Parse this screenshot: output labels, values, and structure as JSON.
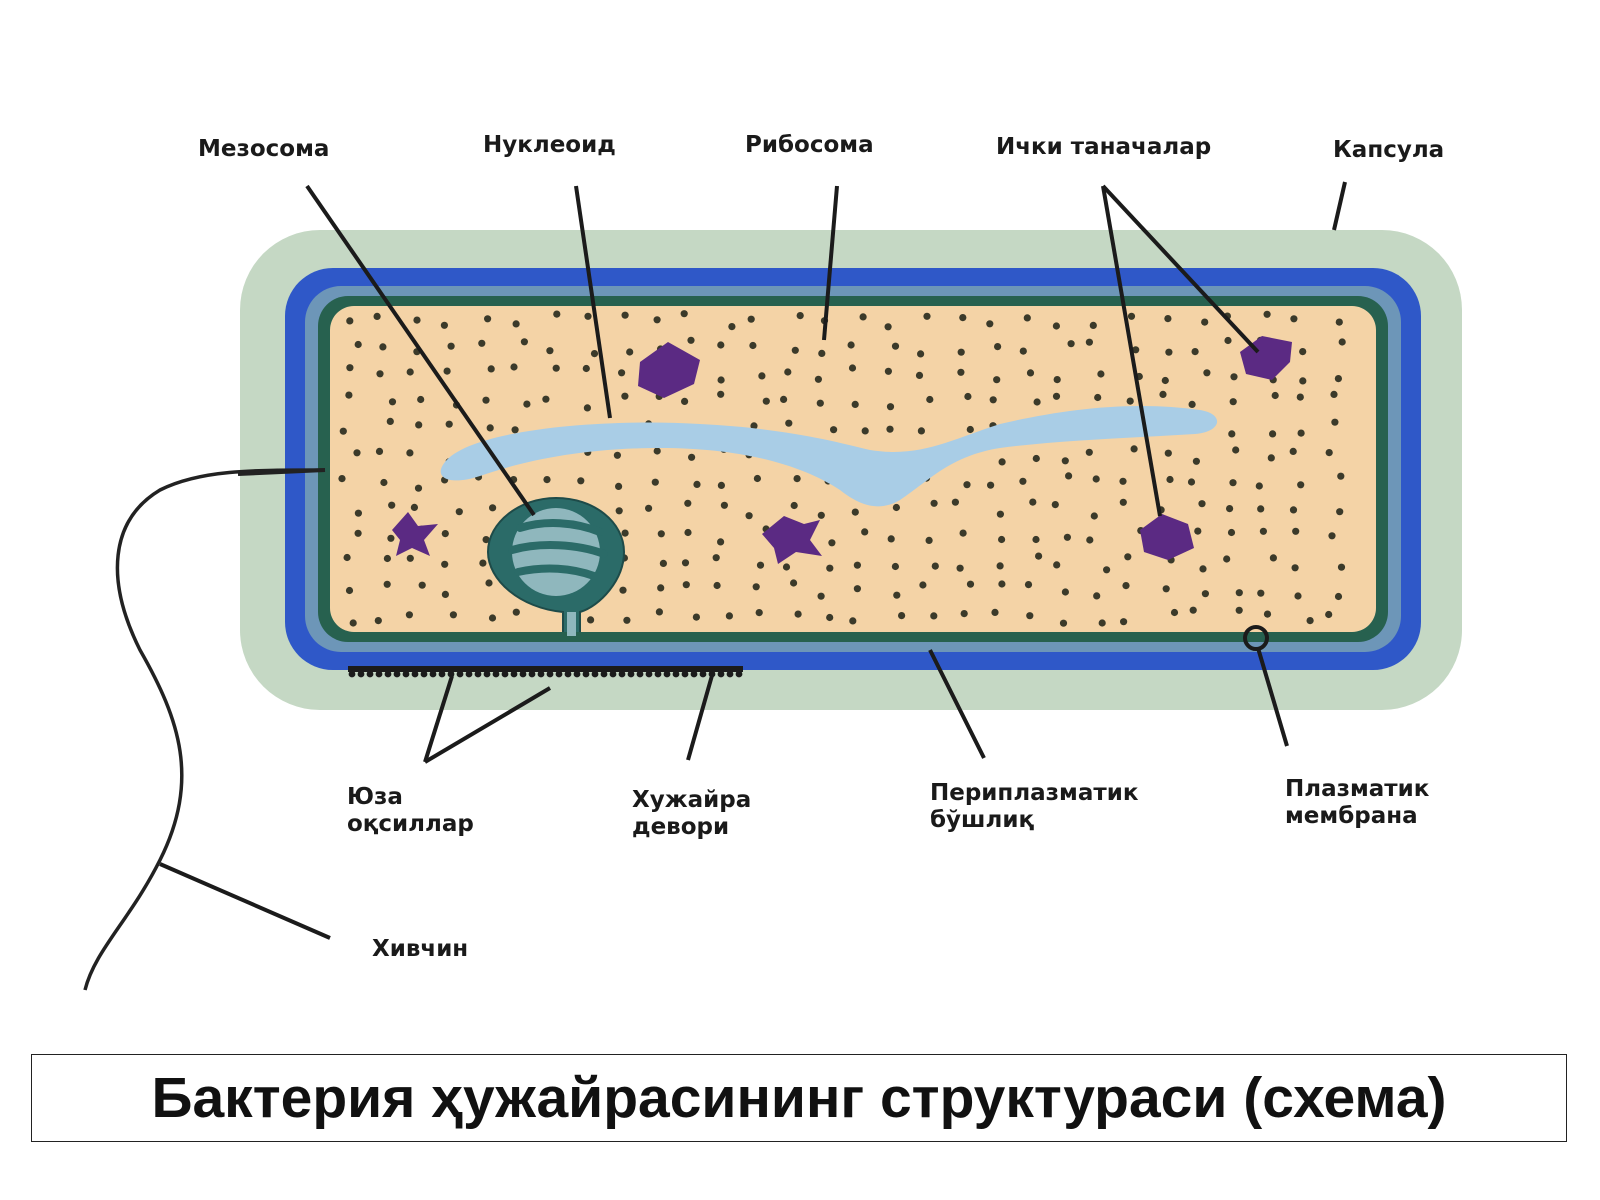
{
  "labels": {
    "mesosome": "Мезосома",
    "nucleoid": "Нуклеоид",
    "ribosome": "Рибосома",
    "inclusions": "Ички таначалар",
    "capsule": "Капсула",
    "pili_line1": "Юза",
    "pili_line2": "оқсиллар",
    "cell_wall_line1": "Хужайра",
    "cell_wall_line2": "девори",
    "periplasm_line1": "Периплазматик",
    "periplasm_line2": "бўшлиқ",
    "membrane_line1": "Плазматик",
    "membrane_line2": "мембрана",
    "flagellum": "Хивчин"
  },
  "caption": "Бактерия ҳужайрасининг структураси (схема)",
  "colors": {
    "capsule": "#c5d8c4",
    "cell_wall": "#2f58c8",
    "membrane": "#27614f",
    "cytoplasm": "#f4d3a6",
    "nucleoid": "#a9cde6",
    "inclusion": "#5b2a83",
    "ribosome": "#3b3a2a",
    "line": "#1b1b1b"
  }
}
